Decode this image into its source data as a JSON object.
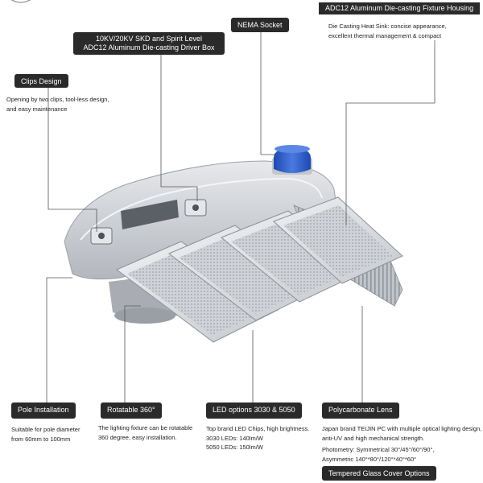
{
  "callouts": {
    "housing": {
      "title": "ADC12 Aluminum Die-casting Fixture Housing",
      "desc": [
        "Die Casting Heat Sink: concise appearance,",
        "excellent thermal management & compact"
      ]
    },
    "nema": {
      "title": "NEMA Socket"
    },
    "driver_box": {
      "title": [
        "10KV/20KV SKD and Spirit Level",
        "ADC12 Aluminum Die-casting Driver Box"
      ]
    },
    "clips": {
      "title": "Clips Design",
      "desc": [
        "Opening by two clips, tool-less design,",
        "and easy maintenance"
      ]
    },
    "pole": {
      "title": "Pole Installation",
      "desc": [
        "Suitable for pole diameter",
        "from 60mm to 100mm"
      ]
    },
    "rotatable": {
      "title": "Rotatable 360°",
      "desc": [
        "The lighting fixture can be rotatable",
        "360 degree, easy installation."
      ]
    },
    "led": {
      "title": "LED options 3030 & 5050",
      "desc": [
        "Top brand LED Chips, high brightness.",
        "3030 LEDs: 140lm/W",
        "5050 LEDs: 150lm/W"
      ]
    },
    "lens": {
      "title": "Polycarbonate Lens",
      "desc": [
        "Japan brand TEIJIN PC with multiple optical lighting design,",
        "anti-UV and high mechanical strength."
      ],
      "photometry": [
        "Photometry: Symmetrical 30°/45°/60°/90°,",
        "Asymmetric 140°*80°/120°*40°*60°"
      ]
    },
    "glass": {
      "title": "Tempered Glass Cover Options"
    }
  },
  "colors": {
    "tag_bg": "#2a2a2a",
    "tag_text": "#ffffff",
    "housing_gray": "#c9ccd1",
    "panel_gray": "#d9dbdf",
    "nema_blue": "#2f5fc9",
    "leader_line": "#555555"
  }
}
